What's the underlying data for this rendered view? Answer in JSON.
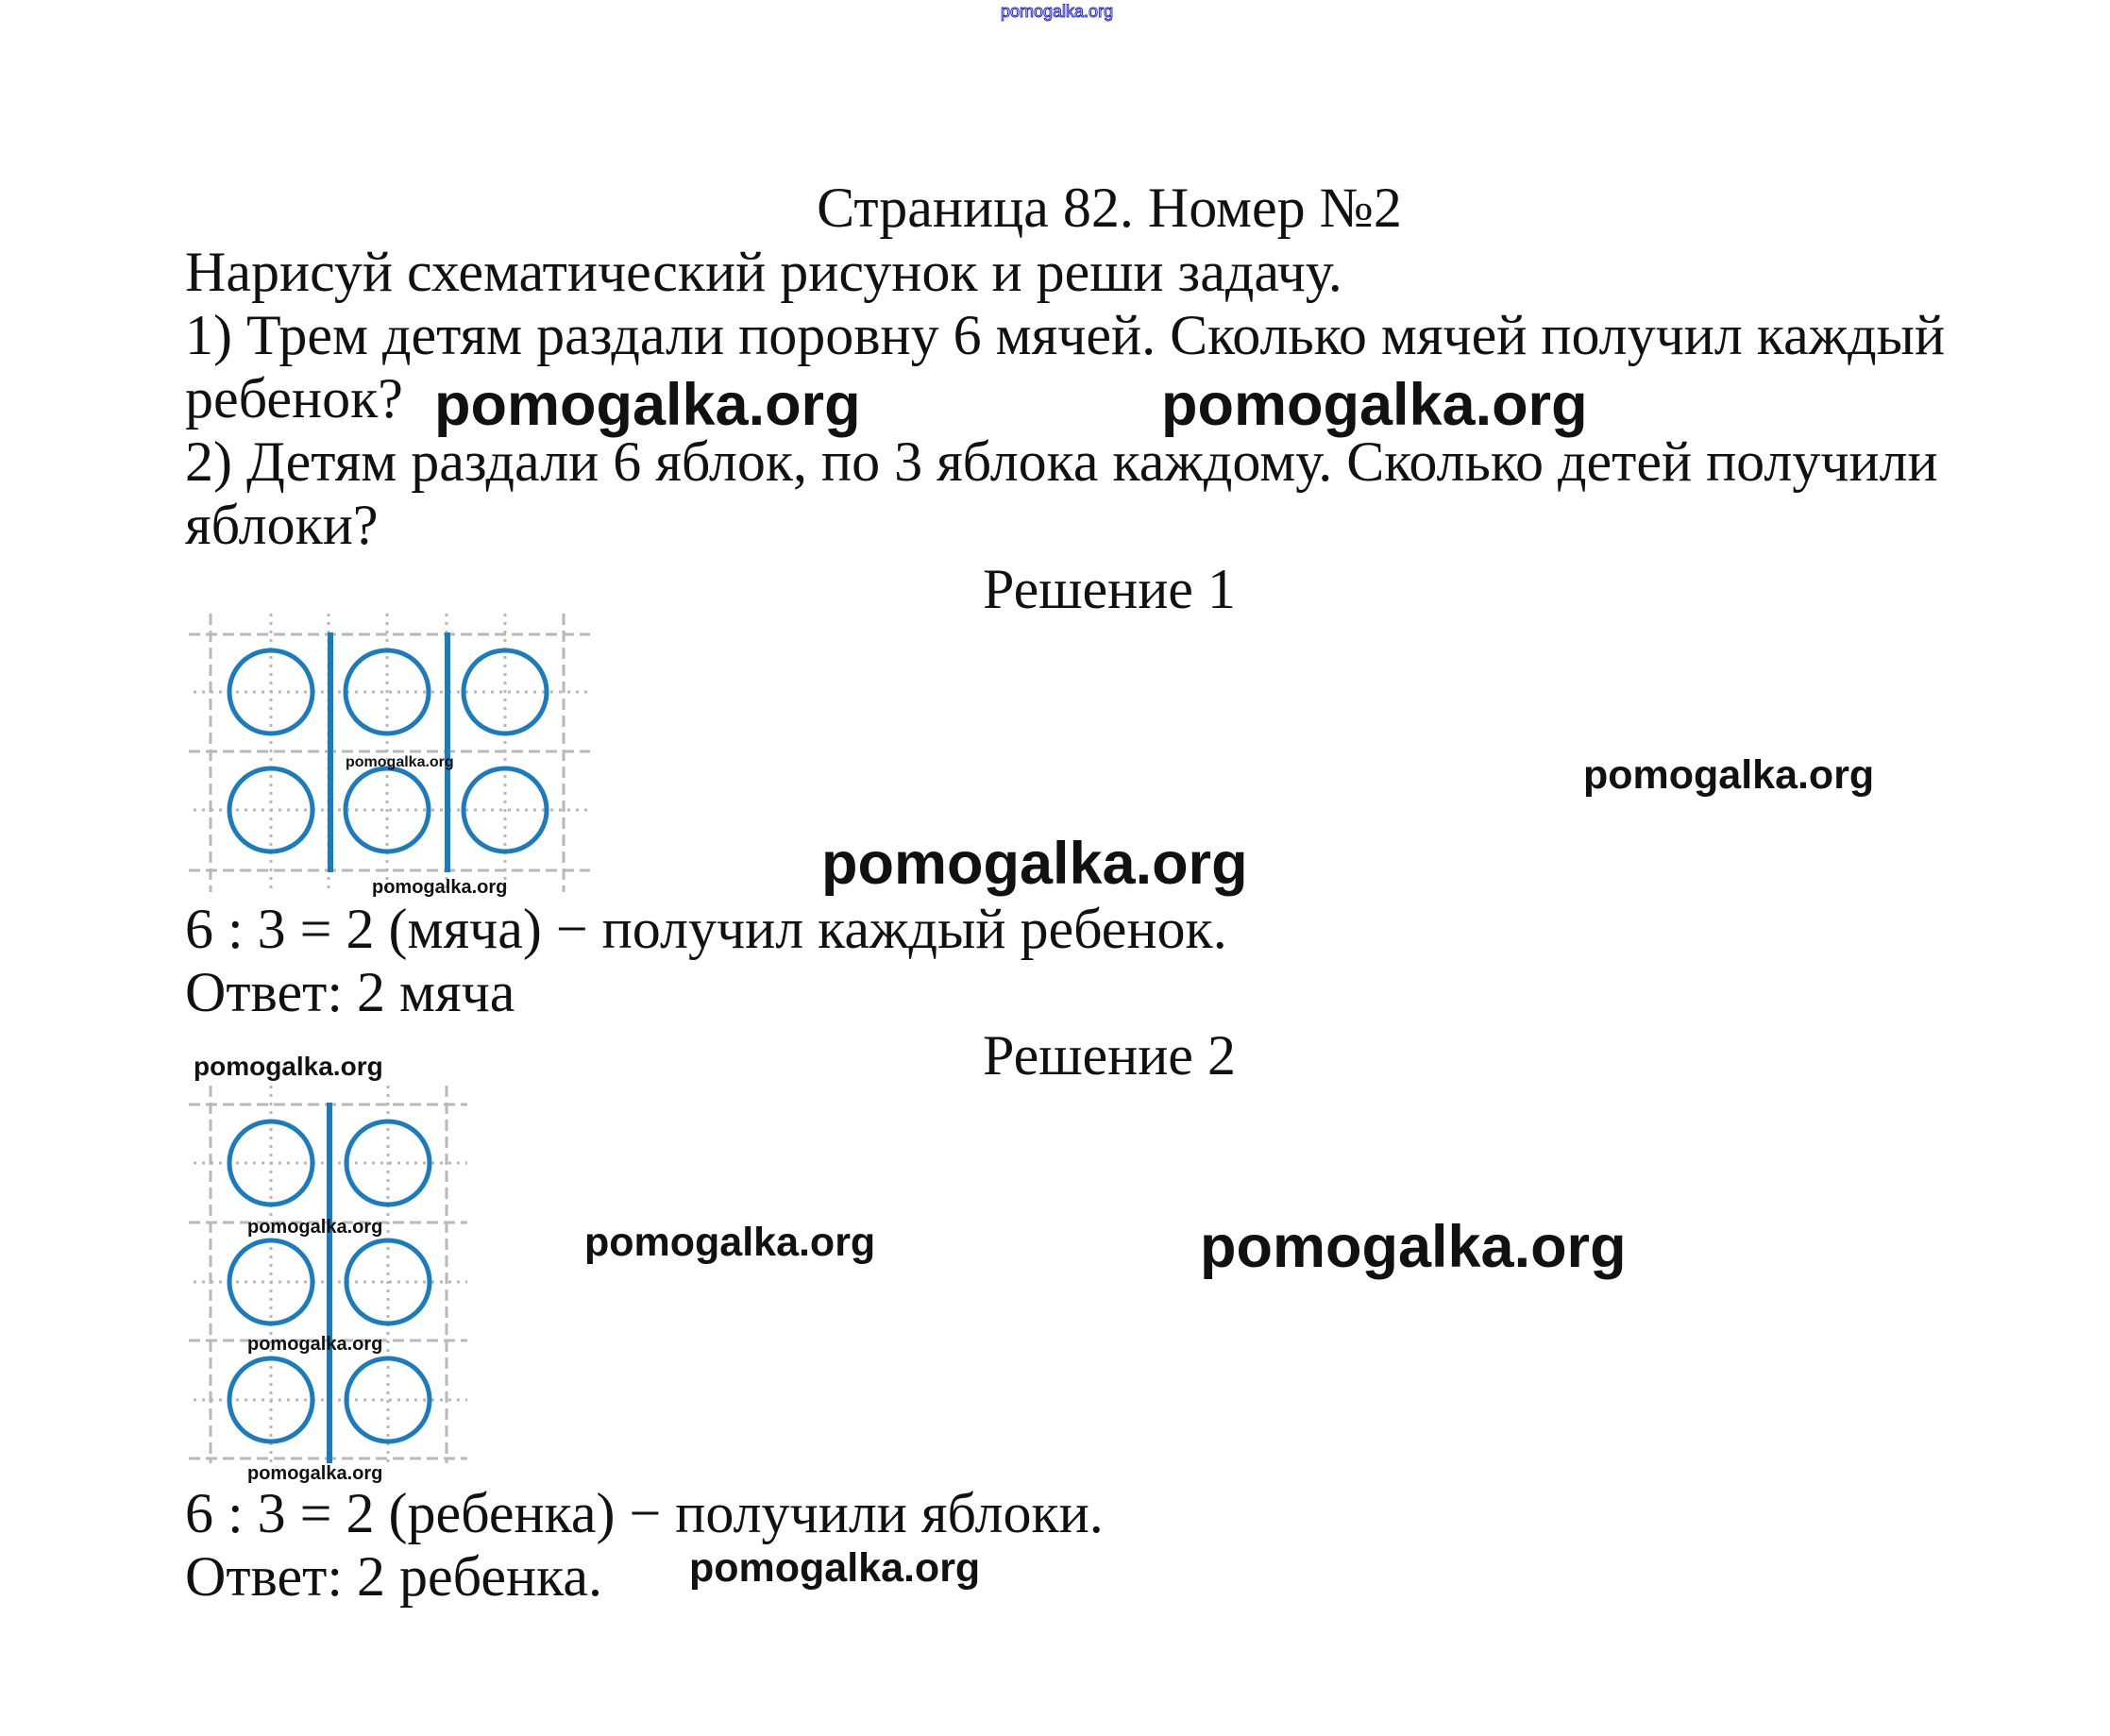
{
  "header_link": "pomogalka.org",
  "title": "Страница 82. Номер №2",
  "task": {
    "intro": "Нарисуй схематический рисунок и реши задачу.",
    "problem1_line1": "1) Трем детям раздали поровну 6 мячей. Сколько мячей получил каждый",
    "problem1_line2": "ребенок?",
    "problem2_line1": "2) Детям раздали 6 яблок, по 3 яблока каждому. Сколько детей получили",
    "problem2_line2": "яблоки?"
  },
  "solution1": {
    "heading": "Решение 1",
    "equation": "6 : 3 = 2 (мяча) − получил каждый ребенок.",
    "answer": "Ответ: 2 мяча"
  },
  "solution2": {
    "heading": "Решение 2",
    "equation": "6 : 3 = 2 (ребенка) − получили яблоки.",
    "answer": "Ответ: 2 ребенка."
  },
  "watermark": "pomogalka.org",
  "colors": {
    "circle": "#1a7cc0",
    "grid": "#b8b8b8",
    "link": "#2a2ad0"
  }
}
